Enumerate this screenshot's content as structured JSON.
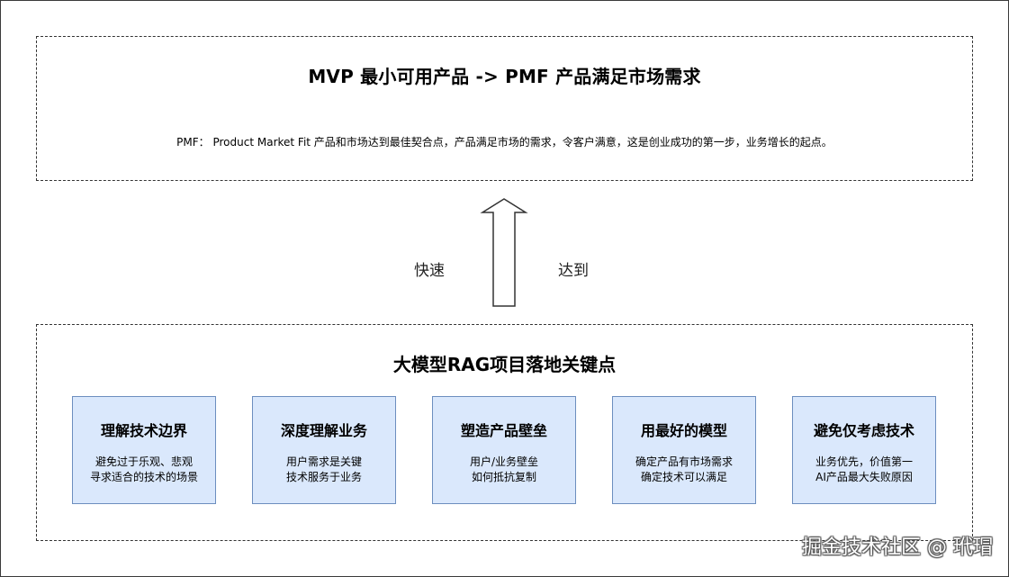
{
  "top": {
    "title": "MVP 最小可用产品 -> PMF 产品满足市场需求",
    "description": "PMF： Product Market Fit 产品和市场达到最佳契合点，产品满足市场的需求，令客户满意，这是创业成功的第一步，业务增长的起点。"
  },
  "arrow": {
    "left_label": "快速",
    "right_label": "达到"
  },
  "bottom": {
    "title": "大模型RAG项目落地关键点",
    "cards": [
      {
        "title": "理解技术边界",
        "lines": [
          "避免过于乐观、悲观",
          "寻求适合的技术的场景"
        ]
      },
      {
        "title": "深度理解业务",
        "lines": [
          "用户需求是关键",
          "技术服务于业务"
        ]
      },
      {
        "title": "塑造产品壁垒",
        "lines": [
          "用户/业务壁垒",
          "如何抵抗复制"
        ]
      },
      {
        "title": "用最好的模型",
        "lines": [
          "确定产品有市场需求",
          "确定技术可以满足"
        ]
      },
      {
        "title": "避免仅考虑技术",
        "lines": [
          "业务优先，价值第一",
          "AI产品最大失败原因"
        ]
      }
    ]
  },
  "watermark": "掘金技术社区 @ 玳瑁",
  "colors": {
    "card_fill": "#dae8fc",
    "card_border": "#6c8ebf",
    "dashed_border": "#333333"
  }
}
